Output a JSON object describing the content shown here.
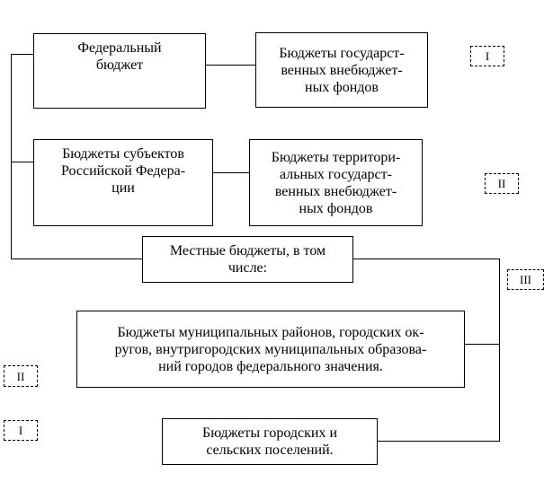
{
  "boxes": {
    "federal": "Федеральный\nбюджет",
    "federal_funds": "Бюджеты государст-\nвенных внебюджет-\nных фондов",
    "subjects": "Бюджеты субъектов\nРоссийской Федера-\nции",
    "territorial_funds": "Бюджеты территори-\nальных государст-\nвенных внебюджет-\nных фондов",
    "local": "Местные бюджеты, в том\nчисле:",
    "municipal": "Бюджеты муниципальных районов, городских ок-\nругов, внутригородских муниципальных образова-\nний городов федерального значения.",
    "settlements": "Бюджеты городских и\nсельских поселений."
  },
  "levels": {
    "right_1": "I",
    "right_2": "II",
    "right_3": "III",
    "left_2": "II",
    "left_1": "I"
  }
}
